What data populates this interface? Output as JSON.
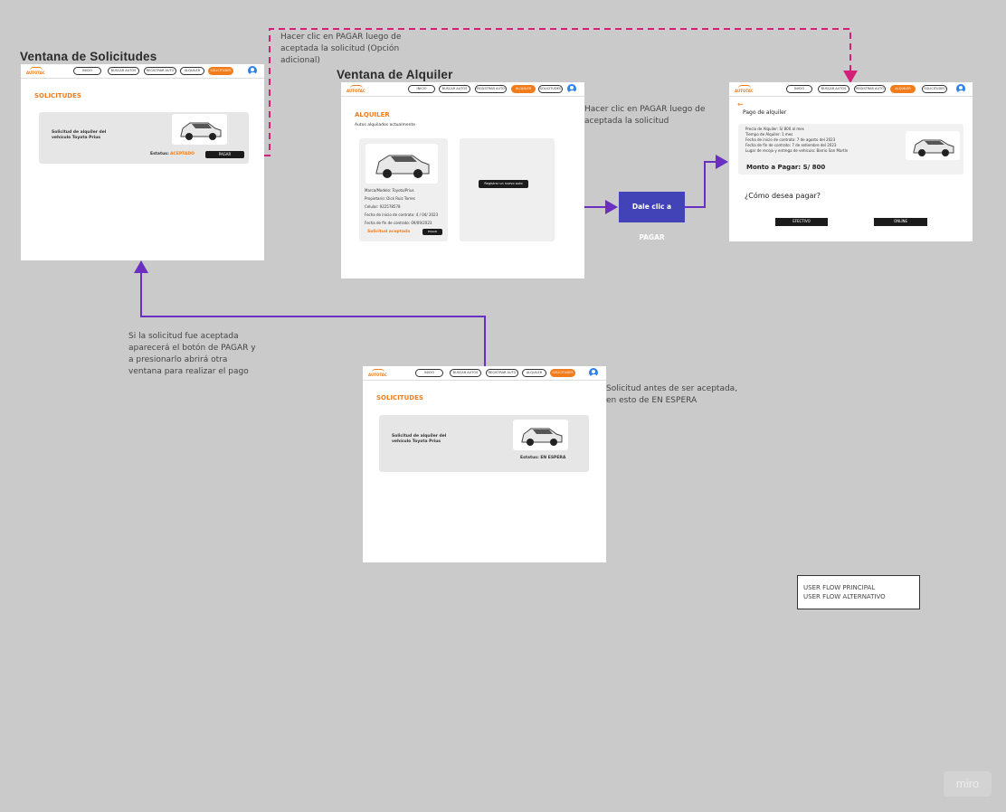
{
  "frames": {
    "solicitudes": {
      "title": "Ventana de Solicitudes",
      "section_title": "SOLICITUDES",
      "card_text": "Solicitud de alquiler del vehículo Toyota Prius",
      "status_label": "Estatus:",
      "status_value": "ACEPTADO",
      "pay_button": "PAGAR"
    },
    "alquiler": {
      "title": "Ventana de Alquiler",
      "section_title": "ALQUILER",
      "subtitle": "Autos alquilados actualmente",
      "car_lines": [
        "Marca/Modelo: Toyota/Prius",
        "Propietario: Dick Ruiz Torres",
        "Celular: 922578578",
        "Fecha de inicio de contrato: 4 / 04/ 2023",
        "Fecha de fin de contrato: 09/09/2023"
      ],
      "request_status": "Solicitud aceptada",
      "pay_button": "PAGAR",
      "new_contract_button": "Registrar un nuevo auto"
    },
    "pago": {
      "section_title": "Pago de alquiler",
      "detail_lines": [
        "Precio de Alquiler: S/ 800 al mes",
        "Tiempo de Alquiler: 1 mes",
        "Fecha de inicio de contrato: 7 de agosto del 2023",
        "Fecha de fin de contrato: 7 de setiembre del 2023",
        "Lugar de recojo y entrega de vehículo: Barrio San Martín"
      ],
      "amount": "Monto a Pagar: S/ 800",
      "question": "¿Cómo desea pagar?",
      "cash_button": "EFECTIVO",
      "online_button": "ONLINE"
    },
    "espera": {
      "section_title": "SOLICITUDES",
      "card_text": "Solicitud de alquiler del vehículo Toyota Prius",
      "status": "Estatus: EN ESPERA"
    }
  },
  "nav": {
    "logo": "AUTOTAC",
    "items": [
      "INICIO",
      "BUSCAR AUTOS",
      "REGISTRAR AUTO",
      "ALQUILER",
      "SOLICITUDES"
    ]
  },
  "notes": {
    "alt_flow_line1": "Hacer clic en PAGAR luego de",
    "alt_flow_line2": "aceptada la solicitud (Opción",
    "alt_flow_line3": "adicional)",
    "main_flow_line1": "Hacer clic en PAGAR luego de",
    "main_flow_line2": "aceptada la solicitud",
    "action_box": "Dale clic a PAGAR",
    "accepted_line1": "Si la solicitud fue aceptada",
    "accepted_line2": "aparecerá el botón de PAGAR  y",
    "accepted_line3": "a presionarlo abrirá otra",
    "accepted_line4": "ventana para realizar el pago",
    "pending_line1": "Solicitud antes de ser aceptada,",
    "pending_line2": "en esto de EN ESPERA"
  },
  "legend": {
    "main": "USER FLOW PRINCIPAL",
    "alt": "USER FLOW ALTERNATIVO"
  },
  "colors": {
    "main_flow": "#6a2fc0",
    "alt_flow": "#d41f78",
    "accent": "#f07c1c",
    "action_box": "#4343b8"
  },
  "brand": "miro"
}
